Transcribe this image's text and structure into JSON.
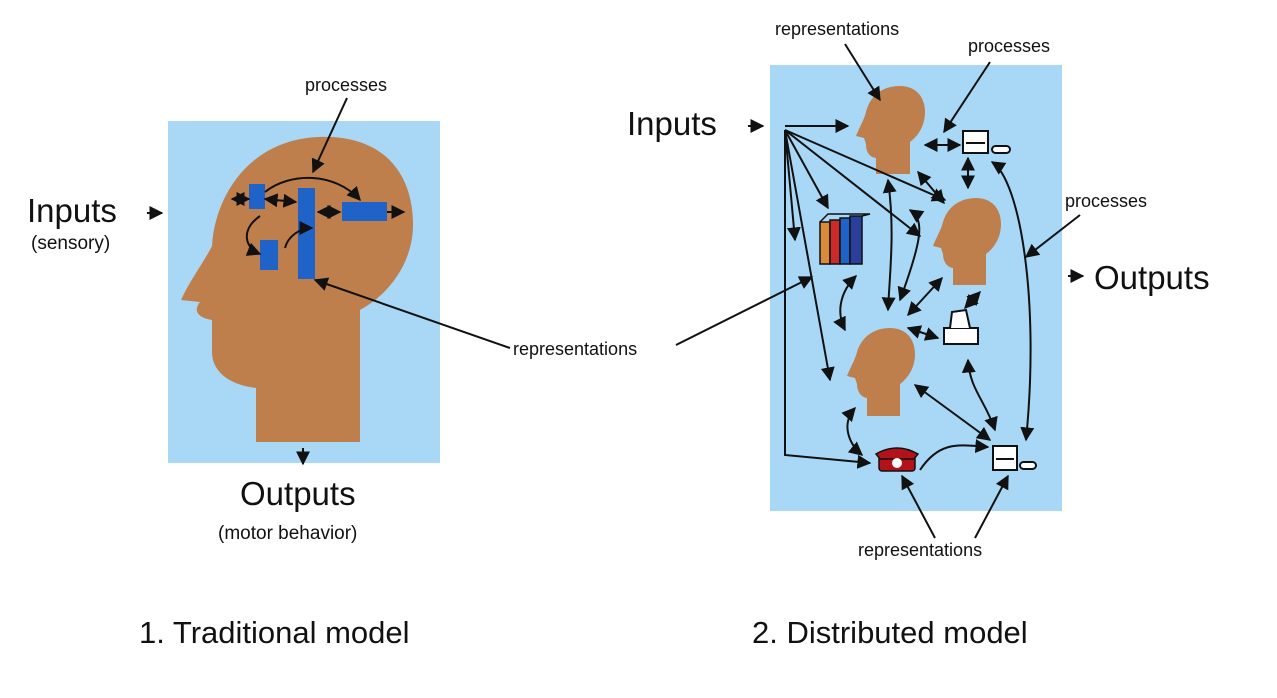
{
  "colors": {
    "panel_bg": "#a8d8f5",
    "head_fill": "#bf7f4c",
    "process_blocks": "#1f63c9",
    "phone_red": "#b3121a"
  },
  "traditional": {
    "inputs_label": "Inputs",
    "inputs_sub": "(sensory)",
    "processes_label": "processes",
    "representations_label": "representations",
    "outputs_label": "Outputs",
    "outputs_sub": "(motor behavior)",
    "caption": "1. Traditional model"
  },
  "distributed": {
    "top_representations_label": "representations",
    "top_processes_label": "processes",
    "inputs_label": "Inputs",
    "right_processes_label": "processes",
    "outputs_label": "Outputs",
    "bottom_representations_label": "representations",
    "caption": "2. Distributed model",
    "icons": [
      "head-icon",
      "head-icon",
      "head-icon",
      "computer-icon",
      "computer-icon",
      "books-icon",
      "printer-icon",
      "telephone-icon"
    ]
  }
}
